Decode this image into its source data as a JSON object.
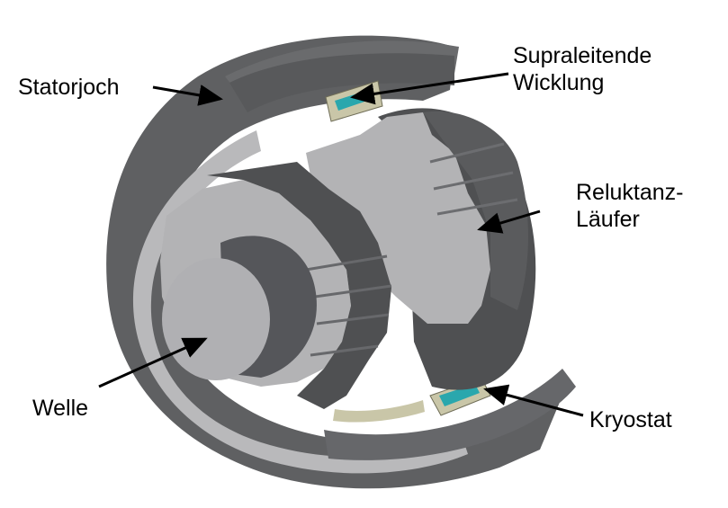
{
  "diagram": {
    "labels": {
      "statorjoch": "Statorjoch",
      "wicklung_line1": "Supraleitende",
      "wicklung_line2": "Wicklung",
      "laeufer_line1": "Reluktanz-",
      "laeufer_line2": "Läufer",
      "welle": "Welle",
      "kryostat": "Kryostat"
    },
    "colors": {
      "stator_light": "#b9b9bb",
      "stator_dark": "#5f6062",
      "rotor_dark": "#4f5052",
      "rotor_face": "#b3b3b5",
      "cryostat": "#c9c6a8",
      "coil": "#2aa7ad",
      "leader_line": "#000000"
    }
  }
}
